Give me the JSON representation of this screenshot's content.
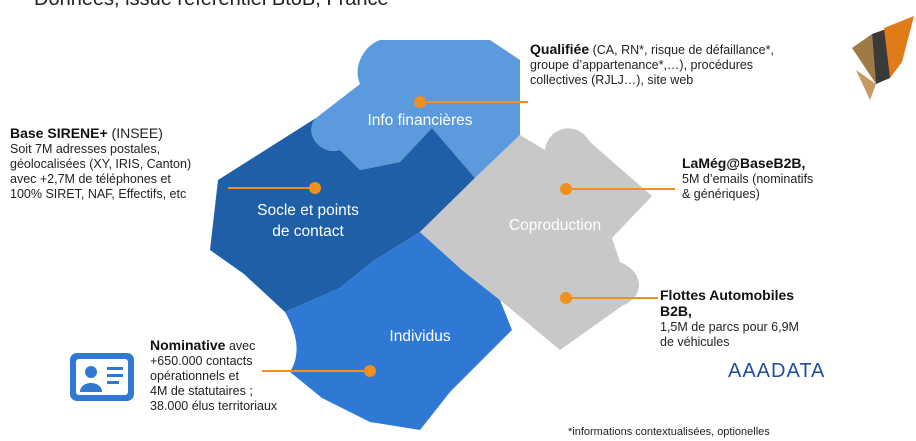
{
  "header": {
    "title": "Données, issue référentiel BtoB, France"
  },
  "pieces": {
    "top": {
      "label": "Info financières",
      "color": "#5b9bdd"
    },
    "left": {
      "label_line1": "Socle et points",
      "label_line2": "de contact",
      "color": "#1f5fa8"
    },
    "bottom": {
      "label": "Individus",
      "color": "#2f79d4"
    },
    "right": {
      "label": "Coproduction",
      "color": "#c8c8c8"
    }
  },
  "accent_color": "#f0901e",
  "callouts": {
    "top_right": {
      "heading": "Qualifiée",
      "text_line1": " (CA, RN*, risque de défaillance*,",
      "text_line2": "groupe d’appartenance*,…), procédures",
      "text_line3": "collectives (RJLJ…), site web"
    },
    "left": {
      "heading": "Base SIRENE+",
      "heading_suffix": " (INSEE)",
      "line1": "Soit 7M adresses postales,",
      "line2": "géolocalisées (XY, IRIS,  Canton)",
      "line3": "avec +2,7M de téléphones et",
      "line4": "100% SIRET,  NAF, Effectifs, etc"
    },
    "right_mid": {
      "heading": "LaMég@BaseB2B,",
      "line1": "5M d’emails (nominatifs",
      "line2": "& génériques)"
    },
    "right_bottom": {
      "heading_line1": "Flottes Automobiles",
      "heading_line2": "B2B,",
      "line1": "1,5M de parcs pour 6,9M",
      "line2": "de véhicules",
      "logo_text": "AAADATA"
    },
    "bottom_left": {
      "heading": "Nominative",
      "heading_suffix": " avec",
      "line1": "+650.000 contacts",
      "line2": "opérationnels et",
      "line3": "4M de statutaires ;",
      "line4": "38.000 élus territoriaux"
    }
  },
  "footnote": "*informations contextualisées, optionelles",
  "icons": {
    "id_card": "id-card-icon",
    "brand_logo": "brand-logo-icon"
  }
}
